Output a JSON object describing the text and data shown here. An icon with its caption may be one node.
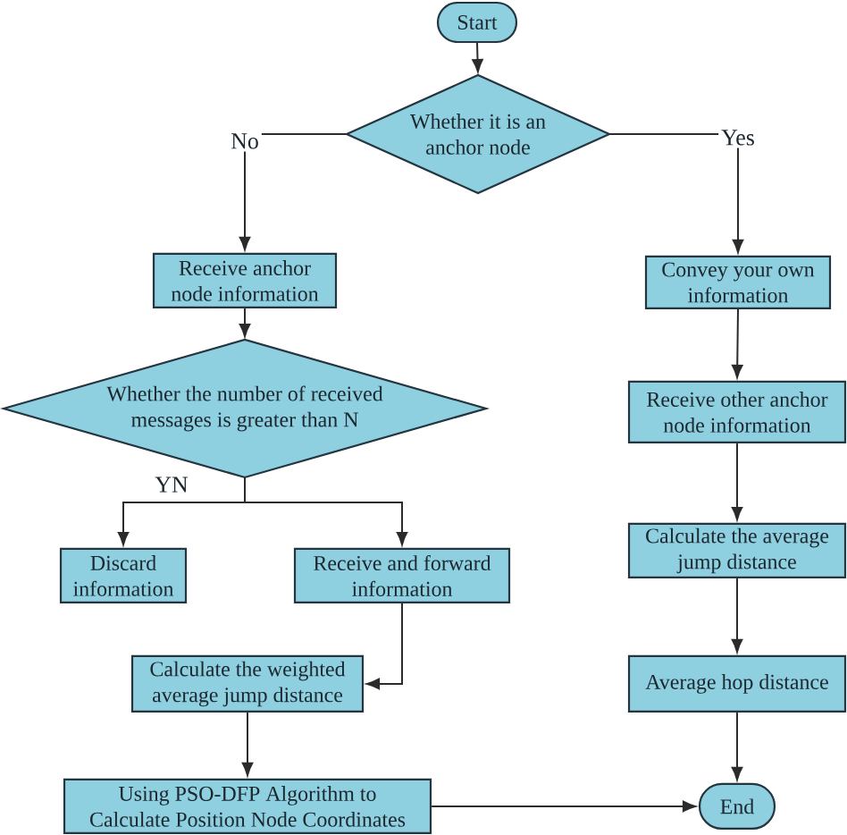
{
  "diagram": {
    "nodes": [
      {
        "text": [
          "Start"
        ]
      },
      {
        "text": [
          "Whether it is an anchor node"
        ]
      },
      {
        "text": [
          "Receive anchor node information"
        ]
      },
      {
        "text": [
          "Convey your own information"
        ]
      },
      {
        "text": [
          "Whether the number of received messages is greater than N"
        ]
      },
      {
        "text": [
          "Receive other anchor node information"
        ]
      },
      {
        "text": [
          "Calculate the average jump distance"
        ]
      },
      {
        "text": [
          "Discard information"
        ]
      },
      {
        "text": [
          "Receive and forward information"
        ]
      },
      {
        "text": [
          "Calculate the weighted average jump distance"
        ]
      },
      {
        "text": [
          "Average hop distance"
        ]
      },
      {
        "text": [
          "Using PSO-DFP Algorithm to Calculate Position Node Coordinates"
        ]
      },
      {
        "text": [
          "End"
        ]
      }
    ],
    "edges": [
      {
        "from": 0,
        "to": 1,
        "arrow": "to"
      },
      {
        "from": 1,
        "to": 2,
        "arrow": "to",
        "label": "No"
      },
      {
        "from": 1,
        "to": 3,
        "arrow": "to",
        "label": "Yes"
      },
      {
        "from": 2,
        "to": 4,
        "arrow": "to"
      },
      {
        "from": 4,
        "to": 7,
        "arrow": "to"
      },
      {
        "from": 4,
        "to": 8,
        "arrow": "to"
      },
      {
        "from": 8,
        "to": 9,
        "arrow": "to"
      },
      {
        "from": 9,
        "to": 11,
        "arrow": "to"
      },
      {
        "from": 11,
        "to": 12,
        "arrow": "to"
      },
      {
        "from": 3,
        "to": 5,
        "arrow": "to"
      },
      {
        "from": 5,
        "to": 6,
        "arrow": "to"
      },
      {
        "from": 6,
        "to": 10,
        "arrow": "to"
      },
      {
        "from": 10,
        "to": 12,
        "arrow": "to"
      }
    ],
    "labels": [
      "YN"
    ]
  }
}
